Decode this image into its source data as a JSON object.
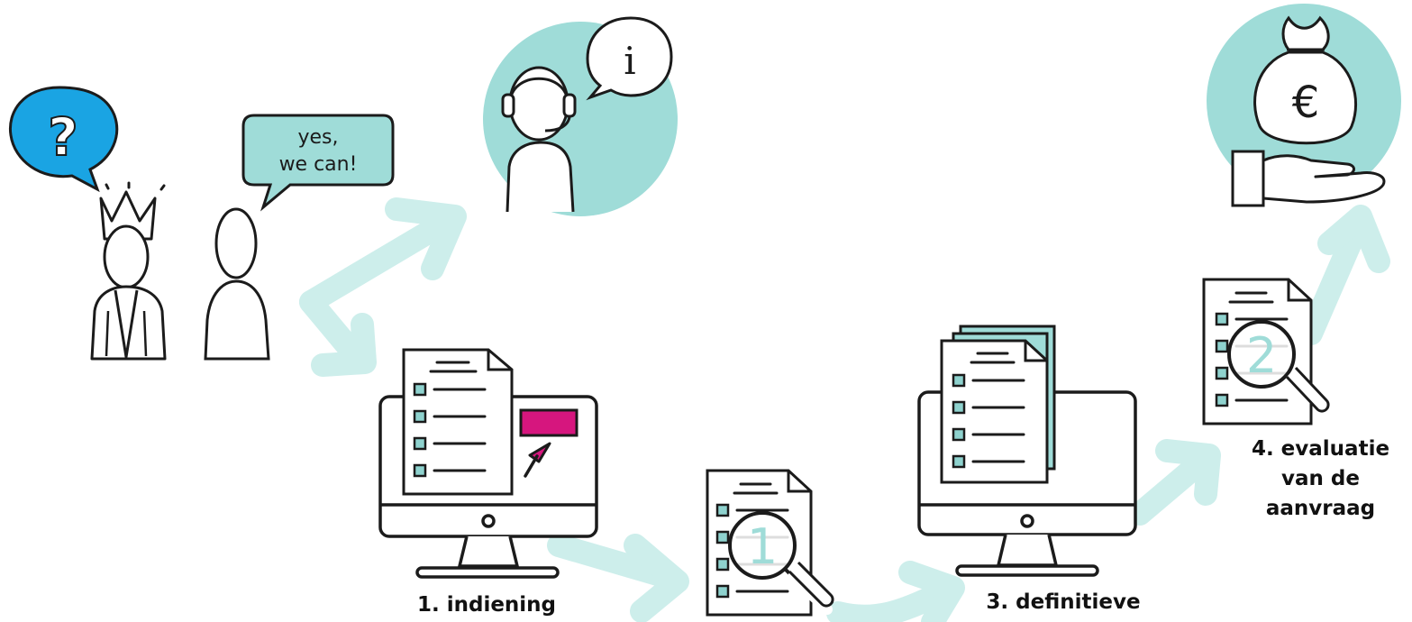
{
  "speech_bubble": {
    "line1": "yes,",
    "line2": "we can!"
  },
  "question_bubble": {
    "glyph": "?"
  },
  "info_bubble": {
    "glyph": "i"
  },
  "magnifier_1": {
    "digit": "1"
  },
  "magnifier_2": {
    "digit": "2"
  },
  "euro_symbol": "€",
  "steps": {
    "step1": {
      "line1": "1. indiening"
    },
    "step3": {
      "line1": "3. definitieve"
    },
    "step4": {
      "line1": "4. evaluatie",
      "line2": "van de",
      "line3": "aanvraag"
    }
  },
  "colors": {
    "teal": "#9fdcd8",
    "teal_light": "#cdeeeb",
    "blue": "#1aa4e3",
    "magenta": "#d6167e",
    "ink": "#1b1b1b",
    "square": "#8ed2ce"
  },
  "icons": [
    "question-bubble-icon",
    "king-icon",
    "person-icon",
    "speech-bubble-icon",
    "helpdesk-agent-icon",
    "info-icon",
    "computer-monitor-icon",
    "document-icon",
    "cursor-arrow-icon",
    "magnifier-icon",
    "document-stack-icon",
    "money-bag-icon",
    "euro-icon",
    "hand-icon",
    "arrow-icon"
  ]
}
